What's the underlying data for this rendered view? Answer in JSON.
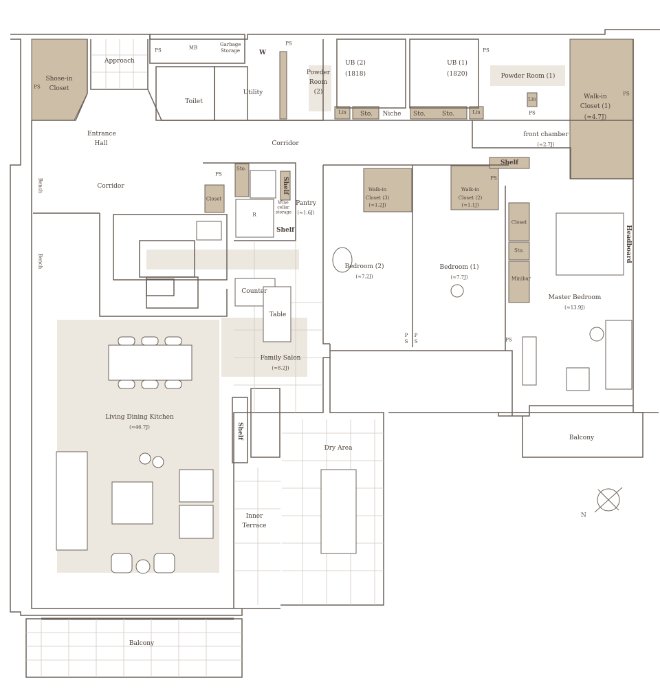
{
  "colors": {
    "wall": "#6b6058",
    "closet": "#cdbea8",
    "highlight": "#ede8df",
    "text": "#4a3f38"
  },
  "rooms": {
    "approach": "Approach",
    "ps_approach": "PS",
    "mb": "MB",
    "garbage": "Garbage Storage",
    "w": "W",
    "ps_utility": "PS",
    "shoe_closet": "Shose-in Closet",
    "ps_shoe": "PS",
    "toilet": "Toilet",
    "utility": "Utility",
    "powder2": "Powder Room (2)",
    "ub2": "UB (2)",
    "ub2_size": "(1818)",
    "ub1": "UB (1)",
    "ub1_size": "(1820)",
    "ps_ub1": "PS",
    "powder1": "Powder Room (1)",
    "wic1": "Walk-in Closet (1)",
    "wic1_size": "(≈4.7J)",
    "ps_wic1": "PS",
    "lin_a": "Lin",
    "sto_a": "Sto.",
    "niche": "Niche",
    "sto_b": "Sto.",
    "sto_c": "Sto.",
    "lin_b": "Lin",
    "lin_c": "Lin",
    "ps_lin": "PS",
    "entrance_hall": "Entrance Hall",
    "corridor_north": "Corridor",
    "front_chamber": "front chamber",
    "front_chamber_size": "(≈2.7J)",
    "corridor_west": "Corridor",
    "bench1": "Bench",
    "bench2": "Bench",
    "ps_kitchen": "PS",
    "sto_kitchen": "Sto.",
    "shelf_kitchen": "Shelf",
    "closet_kitchen": "Closet",
    "wine": "Wine cellar storage",
    "pantry": "Pantry",
    "pantry_size": "(≈1.6J)",
    "fridge": "R",
    "shelf_pantry": "Shelf",
    "wic3": "Walk-in Closet (3)",
    "wic3_size": "(≈1.2J)",
    "wic2": "Walk-in Closet (2)",
    "wic2_size": "(≈1.1J)",
    "shelf_front": "Shelf",
    "ps_wic2": "PS",
    "closet_master": "Closet",
    "sto_master": "Sto.",
    "minibar": "Minibar",
    "headboard": "Headboard",
    "bedroom2": "Bedroom (2)",
    "bedroom2_size": "(≈7.2J)",
    "bedroom1": "Bedroom (1)",
    "bedroom1_size": "(≈7.7J)",
    "master": "Master Bedroom",
    "master_size": "(≈13.9J)",
    "counter": "Counter",
    "table": "Table",
    "family_salon": "Family Salon",
    "family_salon_size": "(≈8.2J)",
    "ps_b2": "P S",
    "ps_b1": "P S",
    "ps_master": "PS",
    "ldk": "Living Dining Kitchen",
    "ldk_size": "(≈46.7J)",
    "shelf_terrace": "Shelf",
    "dry_area": "Dry Area",
    "balcony_east": "Balcony",
    "inner_terrace": "Inner Terrace",
    "balcony_south": "Balcony"
  }
}
